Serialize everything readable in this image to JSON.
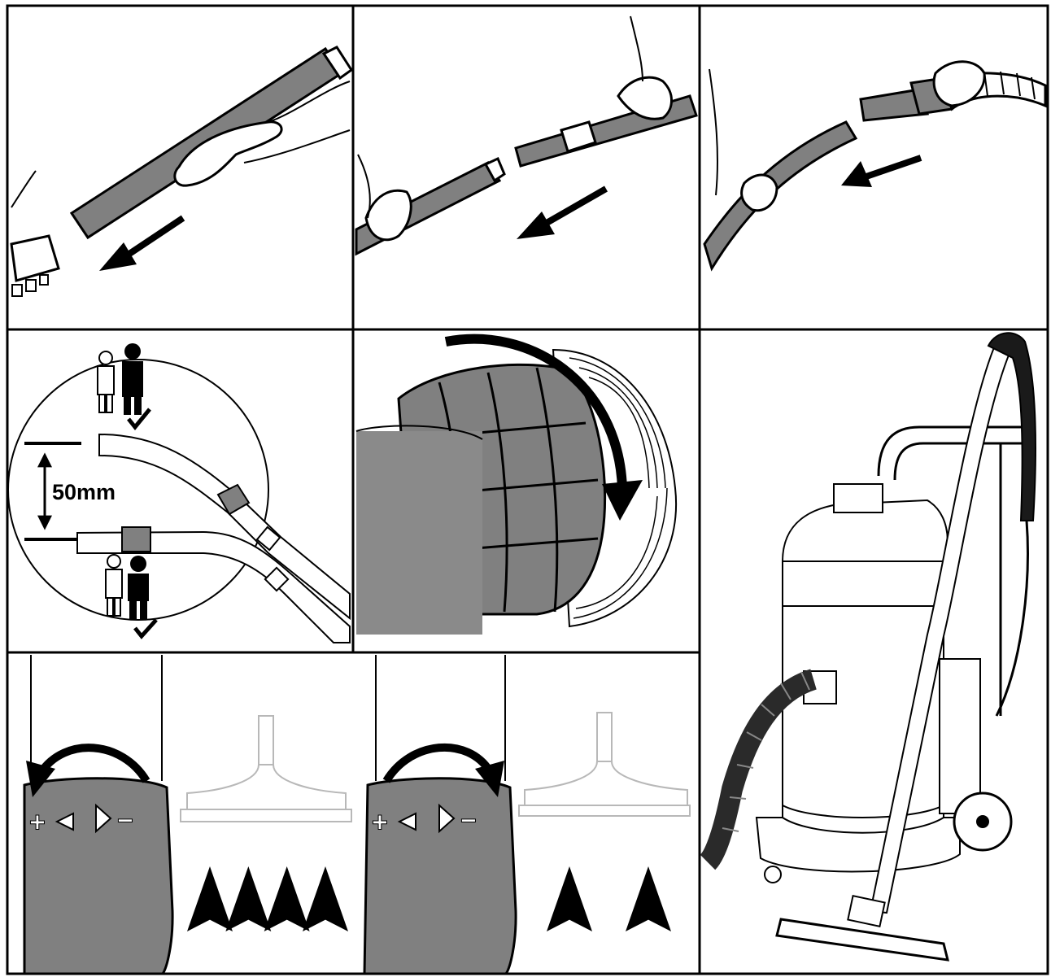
{
  "colors": {
    "ink": "#000000",
    "paper": "#ffffff",
    "tube": "#808080",
    "tube_dark": "#6b6b6b",
    "sleeve": "#a9a9a9"
  },
  "panels": [
    {
      "id": "p1",
      "name": "panel-disconnect-floor-tool"
    },
    {
      "id": "p2",
      "name": "panel-separate-wand-tubes"
    },
    {
      "id": "p3",
      "name": "panel-detach-hose-handle"
    },
    {
      "id": "p4",
      "name": "panel-wand-height-adjust"
    },
    {
      "id": "p5",
      "name": "panel-twist-hose-cuff"
    },
    {
      "id": "p6",
      "name": "panel-vacuum-assembled"
    },
    {
      "id": "p7",
      "name": "panel-suction-increase"
    },
    {
      "id": "p8",
      "name": "panel-suction-decrease"
    }
  ],
  "height_panel": {
    "measure_label": "50mm"
  },
  "control_symbols": {
    "plus": "+",
    "minus": "−"
  },
  "suction_levels": {
    "high_arrow_count": 4,
    "low_arrow_count": 2
  }
}
